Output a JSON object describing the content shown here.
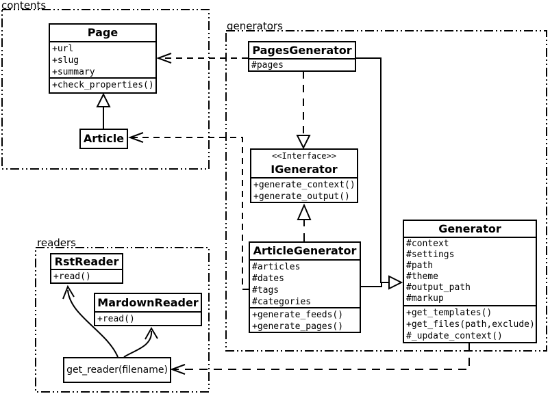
{
  "packages": {
    "contents": {
      "label": "contents"
    },
    "generators": {
      "label": "generators"
    },
    "readers": {
      "label": "readers"
    }
  },
  "classes": {
    "page": {
      "title": "Page",
      "attrs": [
        "+url",
        "+slug",
        "+summary"
      ],
      "methods": [
        "+check_properties()"
      ]
    },
    "article": {
      "title": "Article"
    },
    "pages_generator": {
      "title": "PagesGenerator",
      "attrs": [
        "#pages"
      ]
    },
    "igenerator": {
      "stereotype": "<<Interface>>",
      "title": "IGenerator",
      "methods": [
        "+generate_context()",
        "+generate_output()"
      ]
    },
    "article_generator": {
      "title": "ArticleGenerator",
      "attrs": [
        "#articles",
        "#dates",
        "#tags",
        "#categories"
      ],
      "methods": [
        "+generate_feeds()",
        "+generate_pages()"
      ]
    },
    "generator": {
      "title": "Generator",
      "attrs": [
        "#context",
        "#settings",
        "#path",
        "#theme",
        "#output_path",
        "#markup"
      ],
      "methods": [
        "+get_templates()",
        "+get_files(path,exclude)",
        "#_update_context()"
      ]
    },
    "rst_reader": {
      "title": "RstReader",
      "methods": [
        "+read()"
      ]
    },
    "mardown_reader": {
      "title": "MardownReader",
      "methods": [
        "+read()"
      ]
    },
    "get_reader": {
      "label": "get_reader(filename)"
    }
  },
  "relations": [
    {
      "type": "generalization",
      "from": "Article",
      "to": "Page"
    },
    {
      "type": "dependency",
      "from": "PagesGenerator",
      "to": "Page"
    },
    {
      "type": "dependency",
      "from": "ArticleGenerator",
      "to": "Article"
    },
    {
      "type": "realization",
      "from": "PagesGenerator",
      "to": "IGenerator"
    },
    {
      "type": "realization",
      "from": "ArticleGenerator",
      "to": "IGenerator"
    },
    {
      "type": "generalization",
      "from": "PagesGenerator",
      "to": "Generator"
    },
    {
      "type": "generalization",
      "from": "ArticleGenerator",
      "to": "Generator"
    },
    {
      "type": "dependency",
      "from": "Generator",
      "to": "get_reader(filename)"
    },
    {
      "type": "arrow",
      "from": "get_reader(filename)",
      "to": "RstReader"
    },
    {
      "type": "arrow",
      "from": "get_reader(filename)",
      "to": "MardownReader"
    }
  ],
  "colors": {
    "line": "#000000",
    "background": "#ffffff"
  }
}
